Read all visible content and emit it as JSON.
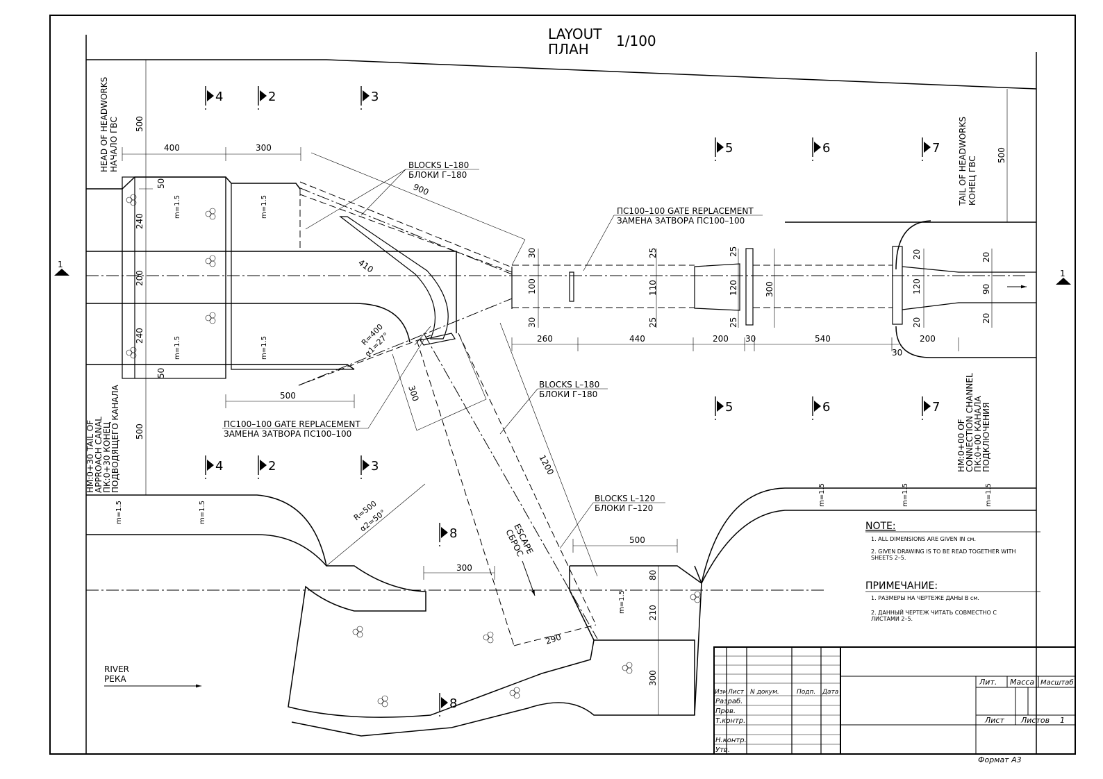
{
  "title": {
    "en": "LAYOUT",
    "ru": "ПЛАН",
    "scale": "1/100"
  },
  "section_marks": {
    "left": "1",
    "right": "1"
  },
  "section_labels": [
    "4",
    "2",
    "3",
    "5",
    "6",
    "7",
    "5",
    "6",
    "7",
    "4",
    "2",
    "3",
    "8",
    "8"
  ],
  "dimensions": {
    "d500_left_top": "500",
    "d400": "400",
    "d300_top": "300",
    "d50_top": "50",
    "d240_top": "240",
    "d200_left": "200",
    "d240_bottom": "240",
    "d50_bottom": "50",
    "d500_mid": "500",
    "d500_left_bottom": "500",
    "d900": "900",
    "d410": "410",
    "d300_gate": "300",
    "d1200": "1200",
    "d30_top": "30",
    "d100": "100",
    "d30_bottom": "30",
    "d25_a": "25",
    "d110": "110",
    "d25_b": "25",
    "d25_c": "25",
    "d120_a": "120",
    "d25_d": "25",
    "d300_right": "300",
    "d260": "260",
    "d440": "440",
    "d200_a": "200",
    "d30_a": "30",
    "d540": "540",
    "d200_b": "200",
    "d30_b": "30",
    "d20_a": "20",
    "d120_b": "120",
    "d20_b": "20",
    "d20_c": "20",
    "d90": "90",
    "d20_d": "20",
    "d500_right_top": "500",
    "d500_river": "500",
    "d300_river": "300",
    "d80": "80",
    "d210": "210",
    "d300_bottom": "300",
    "d290": "290"
  },
  "radius_labels": {
    "r400": "R=400",
    "a1": "α1=27°",
    "r500": "R=500",
    "a2": "α2=50°"
  },
  "slopes": {
    "m1": "m=1.5",
    "m2": "m=1.5",
    "m3": "m=1.5",
    "m4": "m=1.5",
    "m5": "m=1.5",
    "m6": "m=1.5",
    "m7": "m=1.5",
    "m8": "m=1.5",
    "m9": "m=1.5",
    "m10": "m=1.5"
  },
  "callouts": {
    "blocks180_top_en": "BLOCKS L–180",
    "blocks180_top_ru": "БЛОКИ Г–180",
    "gate_top_en": "ПС100–100 GATE REPLACEMENT",
    "gate_top_ru": "ЗАМЕНА ЗАТВОРА ПС100–100",
    "blocks180_mid_en": "BLOCKS L–180",
    "blocks180_mid_ru": "БЛОКИ Г–180",
    "gate_left_en": "ПС100–100 GATE REPLACEMENT",
    "gate_left_ru": "ЗАМЕНА ЗАТВОРА ПС100–100",
    "blocks120_en": "BLOCKS L–120",
    "blocks120_ru": "БЛОКИ Г–120",
    "escape_en": "ESCAPE",
    "escape_ru": "СБРОС"
  },
  "side_labels": {
    "head_en": "HEAD OF HEADWORKS",
    "head_ru": "НАЧАЛО ГВС",
    "tail_en": "TAIL OF HEADWORKS",
    "tail_ru": "КОНЕЦ ГВС",
    "approach_1": "HM:0+30 TAIL OF",
    "approach_2": "APPROACH CANAL",
    "approach_3": "ПК:0+30 КОНЕЦ",
    "approach_4": "ПОДВОДЯЩЕГО КАНАЛА",
    "conn_1": "HM:0+00 OF",
    "conn_2": "CONNECTION CHANNEL",
    "conn_3": "ПК:0+00 КАНАЛА",
    "conn_4": "ПОДКЛЮЧЕНИЯ",
    "river_en": "RIVER",
    "river_ru": "РЕКА"
  },
  "notes": {
    "note_title": "NOTE:",
    "note_1": "1. ALL DIMENSIONS ARE GIVEN IN см.",
    "note_2a": "2. GIVEN DRAWING IS TO BE READ TOGETHER WITH",
    "note_2b": "SHEETS 2–5.",
    "prim_title": "ПРИМЕЧАНИЕ:",
    "prim_1": "1. РАЗМЕРЫ НА ЧЕРТЕЖЕ ДАНЫ В см.",
    "prim_2a": "2. ДАННЫЙ ЧЕРТЕЖ ЧИТАТЬ СОВМЕСТНО С",
    "prim_2b": "ЛИСТАМИ 2–5."
  },
  "title_block": {
    "izm": "Изм",
    "list": "Лист",
    "n_dokum": "N докум.",
    "podp": "Подп.",
    "data": "Дата",
    "razrab": "Разраб.",
    "prov": "Пров.",
    "t_kontr": "Т.контр.",
    "n_kontr": "Н.контр.",
    "utv": "Утв.",
    "lit": "Лит.",
    "massa": "Масса",
    "masshtab": "Масштаб",
    "list2": "Лист",
    "listov": "Листов",
    "listov_val": "1",
    "format": "Формат А3"
  }
}
